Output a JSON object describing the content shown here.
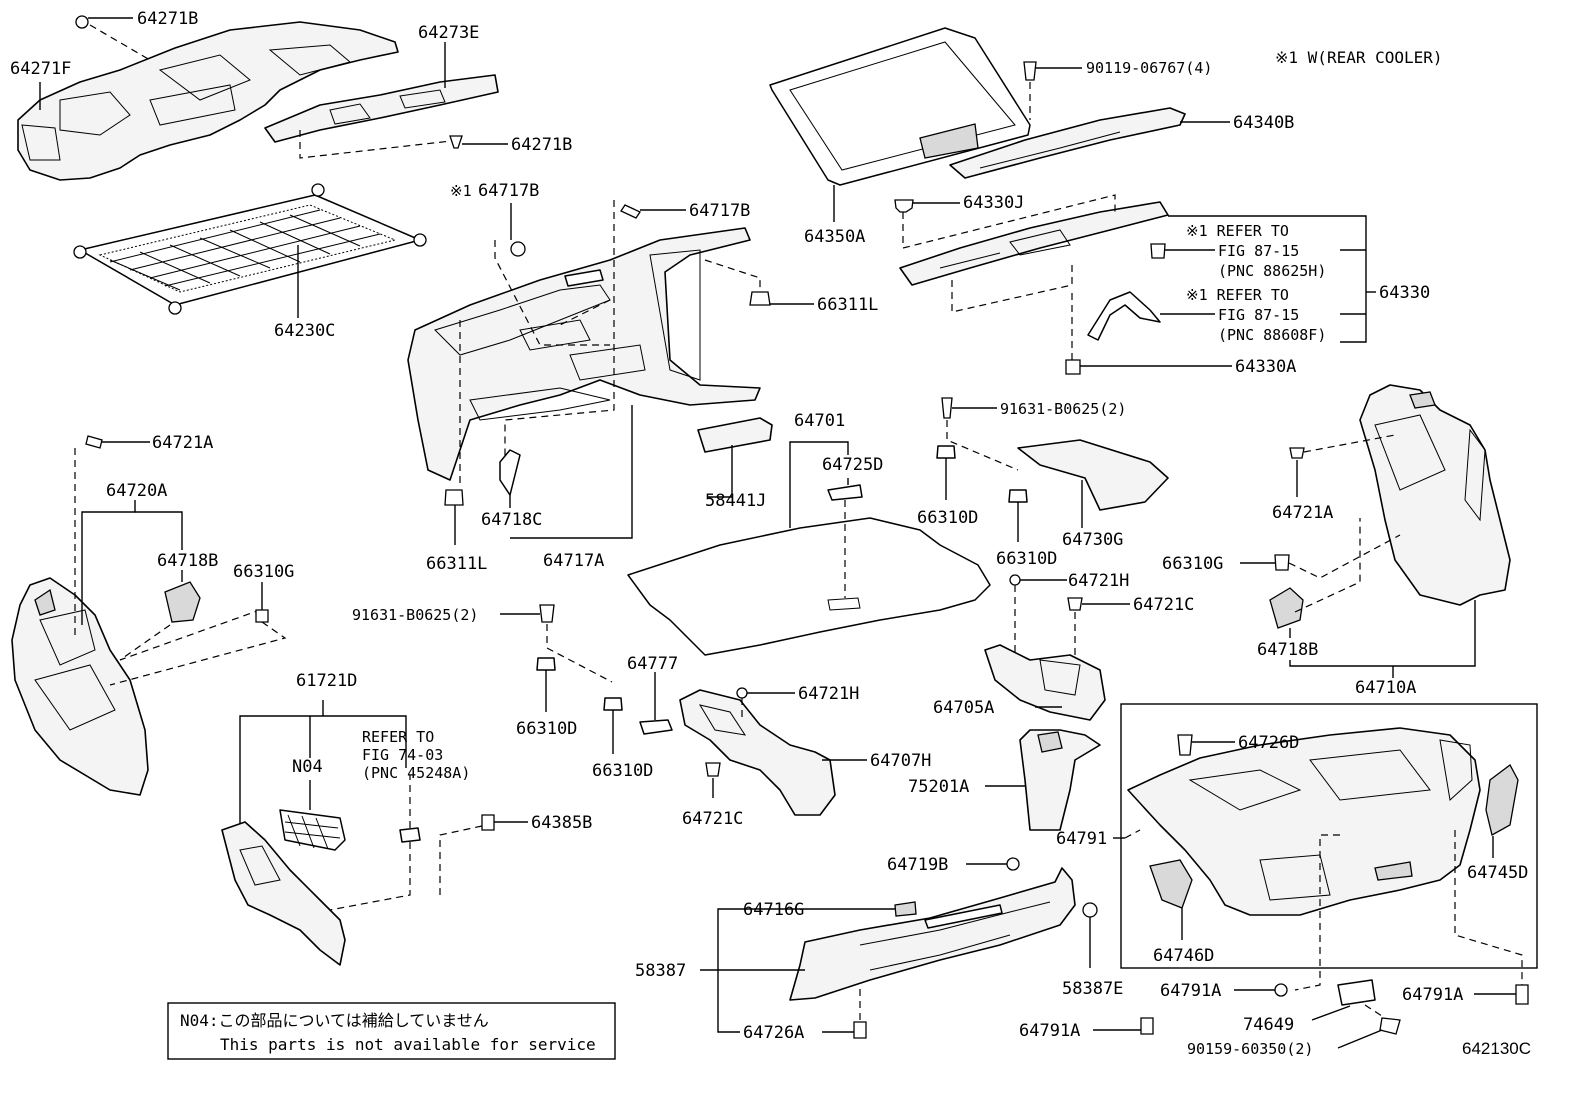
{
  "labels": {
    "p64271B_top": "64271B",
    "p64271F": "64271F",
    "p64273E": "64273E",
    "p64271B_bot": "64271B",
    "p64230C": "64230C",
    "p64717B_l": "64717B",
    "p64717B_r": "64717B",
    "p66311L_r": "66311L",
    "p66311L_l": "66311L",
    "p64718C": "64718C",
    "p64717A": "64717A",
    "p58441J": "58441J",
    "p64701": "64701",
    "p64725D": "64725D",
    "p90119": "90119-06767(4)",
    "p64340B": "64340B",
    "p64350A": "64350A",
    "p64330J": "64330J",
    "p64330": "64330",
    "p64330A": "64330A",
    "p91631_r": "91631-B0625(2)",
    "p66310D_a": "66310D",
    "p66310D_b": "66310D",
    "p64730G": "64730G",
    "p64721H_r": "64721H",
    "p64721C_r": "64721C",
    "p64705A": "64705A",
    "p75201A": "75201A",
    "p64721A_l": "64721A",
    "p64720A": "64720A",
    "p64718B_l": "64718B",
    "p66310G_l": "66310G",
    "p91631_l": "91631-B0625(2)",
    "p66310D_c": "66310D",
    "p66310D_d": "66310D",
    "p64777": "64777",
    "p64721H_m": "64721H",
    "p64707H": "64707H",
    "p64721C_m": "64721C",
    "p61721D": "61721D",
    "pN04": "N04",
    "p64385B": "64385B",
    "p64721A_r": "64721A",
    "p66310G_r": "66310G",
    "p64718B_r": "64718B",
    "p64710A": "64710A",
    "p64726D": "64726D",
    "p64791": "64791",
    "p64745D": "64745D",
    "p64746D": "64746D",
    "p64719B": "64719B",
    "p64716G": "64716G",
    "p58387": "58387",
    "p64726A": "64726A",
    "p58387E": "58387E",
    "p64791A_l": "64791A",
    "p64791A_m": "64791A",
    "p64791A_r": "64791A",
    "p74649": "74649",
    "p90159": "90159-60350(2)"
  },
  "notes": {
    "rear_cooler": "※1 W(REAR COOLER)",
    "star_64717B": "※1",
    "ref1_a": "※1 REFER TO",
    "ref1_b": "FIG 87-15",
    "ref1_c": "(PNC 88625H)",
    "ref2_a": "※1 REFER TO",
    "ref2_b": "FIG 87-15",
    "ref2_c": "(PNC 88608F)",
    "ref3_a": "REFER TO",
    "ref3_b": "FIG 74-03",
    "ref3_c": "(PNC 45248A)"
  },
  "footnote": {
    "line1": "N04:この部品については補給していません",
    "line2": "This parts is not available for service"
  },
  "diagram_code": "642130C"
}
